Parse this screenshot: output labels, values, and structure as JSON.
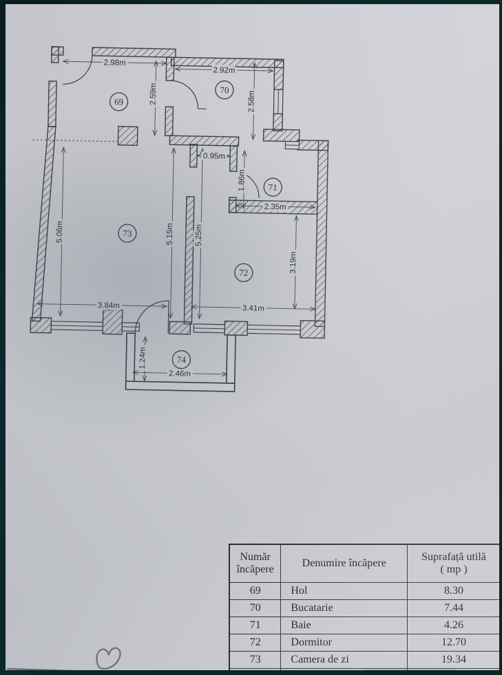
{
  "plan": {
    "rooms": {
      "hol": "69",
      "bucatarie": "70",
      "baie": "71",
      "dormitor": "72",
      "camera_de_zi": "73",
      "balcon": "74"
    },
    "dims": {
      "hol_width": "2.98m",
      "hol_height": "2.59m",
      "bucatarie_width": "2.92m",
      "bucatarie_height": "2.58m",
      "pasaj_width": "0.95m",
      "baie_height": "1.86m",
      "baie_width": "2.35m",
      "living_height": "5.06m",
      "mid_height_left": "5.15m",
      "mid_height_right": "5.25m",
      "dormitor_height": "3.19m",
      "living_width": "3.84m",
      "dormitor_width": "3.41m",
      "balcon_height": "1.24m",
      "balcon_width": "2.46m"
    }
  },
  "table": {
    "header": {
      "col1_line1": "Număr",
      "col1_line2": "încăpere",
      "col2": "Denumire încăpere",
      "col3_line1": "Suprafață utilă",
      "col3_line2": "( mp )"
    },
    "rows": [
      {
        "nr": "69",
        "name": "Hol",
        "area": "8.30"
      },
      {
        "nr": "70",
        "name": "Bucatarie",
        "area": "7.44"
      },
      {
        "nr": "71",
        "name": "Baie",
        "area": "4.26"
      },
      {
        "nr": "72",
        "name": "Dormitor",
        "area": "12.70"
      },
      {
        "nr": "73",
        "name": "Camera de zi",
        "area": "19.34"
      }
    ]
  }
}
